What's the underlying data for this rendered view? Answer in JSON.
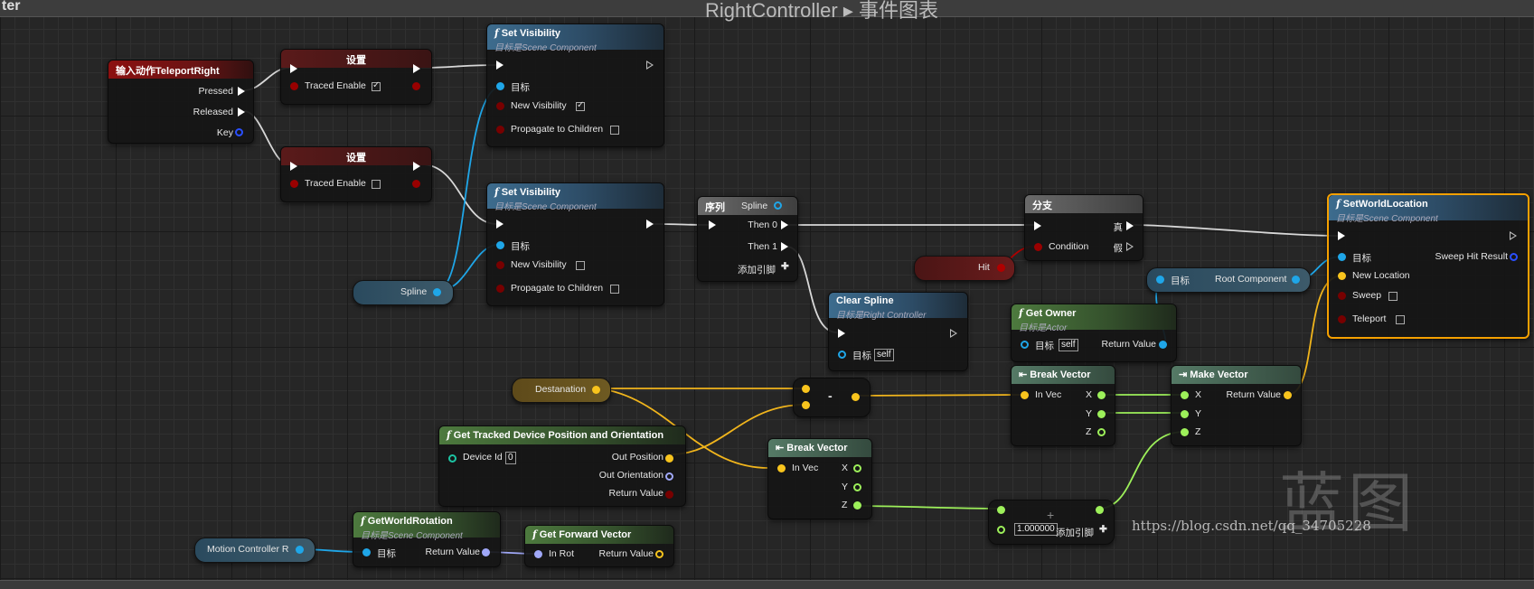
{
  "window": {
    "left_label": "ter",
    "breadcrumb": "RightController ▸ 事件图表"
  },
  "nodes": {
    "input_action": {
      "title": "输入动作TeleportRight",
      "pins": {
        "pressed": "Pressed",
        "released": "Released",
        "key": "Key"
      }
    },
    "set_top": {
      "title": "设置",
      "field": "Traced Enable",
      "checked": true
    },
    "set_bottom": {
      "title": "设置",
      "field": "Traced Enable",
      "checked": false
    },
    "set_visibility_1": {
      "title": "Set Visibility",
      "subtitle": "目标是Scene Component",
      "target": "目标",
      "new_visibility": "New Visibility",
      "new_visibility_checked": true,
      "propagate": "Propagate to Children"
    },
    "set_visibility_2": {
      "title": "Set Visibility",
      "subtitle": "目标是Scene Component",
      "target": "目标",
      "new_visibility": "New Visibility",
      "new_visibility_checked": false,
      "propagate": "Propagate to Children"
    },
    "spline_var": {
      "label": "Spline"
    },
    "sequence": {
      "title": "序列",
      "overlay": "Spline",
      "then0": "Then 0",
      "then1": "Then 1",
      "add_pin": "添加引脚"
    },
    "branch": {
      "title": "分支",
      "condition": "Condition",
      "true_label": "真",
      "false_label": "假"
    },
    "hit_var": {
      "label": "Hit"
    },
    "clear_spline": {
      "title": "Clear Spline",
      "subtitle": "目标是Right Controller",
      "target": "目标",
      "self": "self"
    },
    "get_owner": {
      "title": "Get Owner",
      "subtitle": "目标是Actor",
      "target": "目标",
      "self": "self",
      "return": "Return Value"
    },
    "root_component": {
      "target": "目标",
      "label": "Root Component"
    },
    "set_world_location": {
      "title": "SetWorldLocation",
      "subtitle": "目标是Scene Component",
      "target": "目标",
      "new_location": "New Location",
      "sweep": "Sweep",
      "teleport": "Teleport",
      "sweep_result": "Sweep Hit Result"
    },
    "destanation_var": {
      "label": "Destanation"
    },
    "subtract": {
      "label": "-"
    },
    "break_vector_top": {
      "title": "Break Vector",
      "in": "In Vec",
      "x": "X",
      "y": "Y",
      "z": "Z"
    },
    "make_vector": {
      "title": "Make Vector",
      "x": "X",
      "y": "Y",
      "z": "Z",
      "return": "Return Value"
    },
    "tracked_device": {
      "title": "Get Tracked Device Position and Orientation",
      "device_id": "Device Id",
      "device_value": "0",
      "out_pos": "Out Position",
      "out_orient": "Out Orientation",
      "return": "Return Value"
    },
    "break_vector_bottom": {
      "title": "Break Vector",
      "in": "In Vec",
      "x": "X",
      "y": "Y",
      "z": "Z"
    },
    "add_node": {
      "label": "+",
      "value": "1.000000",
      "add_pin": "添加引脚"
    },
    "motion_controller_var": {
      "label": "Motion Controller R"
    },
    "get_world_rotation": {
      "title": "GetWorldRotation",
      "subtitle": "目标是Scene Component",
      "target": "目标",
      "return": "Return Value"
    },
    "get_forward_vector": {
      "title": "Get Forward Vector",
      "in": "In Rot",
      "return": "Return Value"
    }
  },
  "overlay": {
    "watermark": "蓝图",
    "url": "https://blog.csdn.net/qq_34705228"
  },
  "colors": {
    "exec": "#ffffff",
    "object": "#1fa6e8",
    "vector": "#f8c41d",
    "float": "#9df05a",
    "bool": "#900000",
    "rotator": "#a0a8f8",
    "struct": "#4060ff",
    "selected": "#f5a000"
  }
}
